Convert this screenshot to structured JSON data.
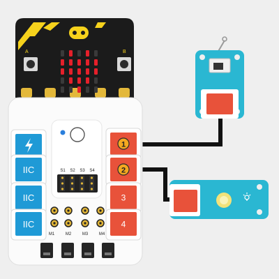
{
  "board": {
    "microbit_button_a": "A",
    "microbit_button_b": "B",
    "left_ports": [
      "IIC",
      "IIC",
      "IIC"
    ],
    "switch_labels": [
      "S1",
      "S2",
      "S3",
      "S4"
    ],
    "motor_labels": [
      "M1",
      "M2",
      "M3",
      "M4"
    ],
    "right_ports": [
      "1",
      "2",
      "3",
      "4"
    ]
  },
  "led_pattern": [
    "01010",
    "11111",
    "11111",
    "01110",
    "00100"
  ],
  "modules": {
    "top": "crash-sensor",
    "bottom": "led-module"
  },
  "colors": {
    "port_blue": "#1f9ad6",
    "port_orange": "#e8523a",
    "port_gold": "#f4a820",
    "module_teal": "#2ab7d2",
    "microbit_black": "#1b1b1b",
    "microbit_yellow": "#f6d21c",
    "led_red": "#e5202a",
    "led_yellow": "#f3e27a",
    "cable_black": "#111111"
  }
}
